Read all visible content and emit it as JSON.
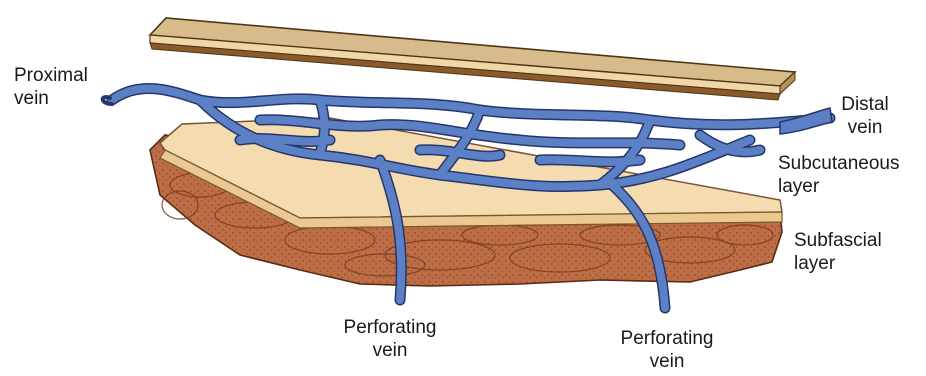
{
  "labels": {
    "proximal_vein": [
      "Proximal",
      "vein"
    ],
    "distal_vein": [
      "Distal",
      "vein"
    ],
    "subcutaneous_layer": [
      "Subcutaneous",
      "layer"
    ],
    "subfascial_layer": [
      "Subfascial",
      "layer"
    ],
    "perforating_vein_left": [
      "Perforating",
      "vein"
    ],
    "perforating_vein_right": [
      "Perforating",
      "vein"
    ]
  },
  "colors": {
    "vein": "#4f73b8",
    "vein_outline": "#26366a",
    "skin_top": "#d6b98a",
    "skin_edge": "#8a5a2b",
    "subcutaneous": "#f6dcb0",
    "subfascial": "#b86a45",
    "subfascial_line": "#7a3b1d"
  }
}
